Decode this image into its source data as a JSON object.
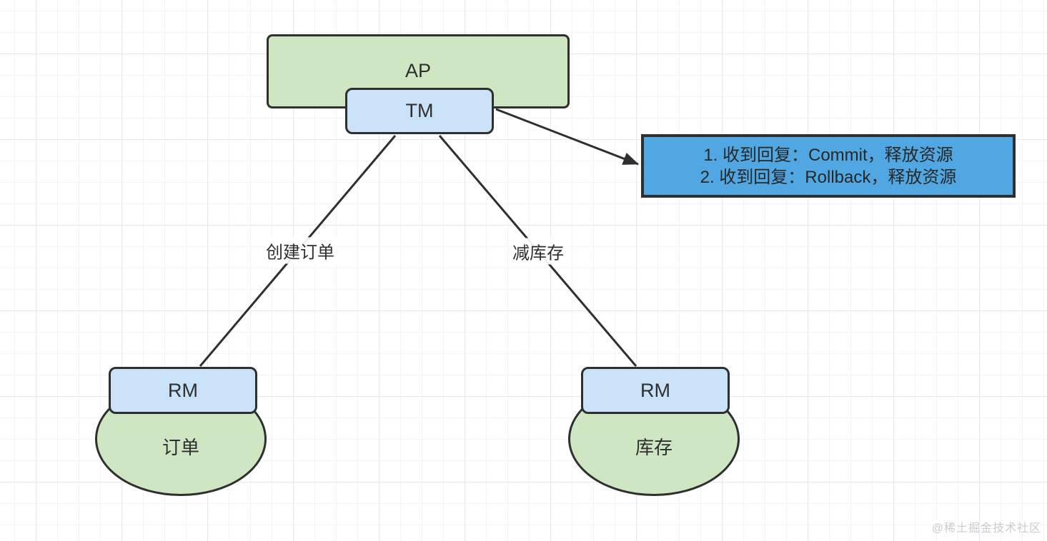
{
  "nodes": {
    "ap": {
      "label": "AP"
    },
    "tm": {
      "label": "TM"
    },
    "rm_order": {
      "label": "RM"
    },
    "rm_inventory": {
      "label": "RM"
    },
    "db_order": {
      "label": "订单"
    },
    "db_inventory": {
      "label": "库存"
    }
  },
  "edges": {
    "tm_to_rm_order": {
      "label": "创建订单"
    },
    "tm_to_rm_inventory": {
      "label": "减库存"
    }
  },
  "callout": {
    "lines": [
      "1. 收到回复：Commit，释放资源",
      "2. 收到回复：Rollback，释放资源"
    ]
  },
  "watermark": "@稀土掘金技术社区",
  "colors": {
    "node_green_fill": "#cfe6c3",
    "node_blue_fill": "#c9e2f8",
    "callout_blue_fill": "#51a7e1",
    "stroke": "#2f2f2f",
    "text": "#2e2e2e",
    "grid_minor_line": "#f4f4f7",
    "grid_major_line": "#e9e9ee",
    "watermark_text": "#c9ccd1"
  }
}
